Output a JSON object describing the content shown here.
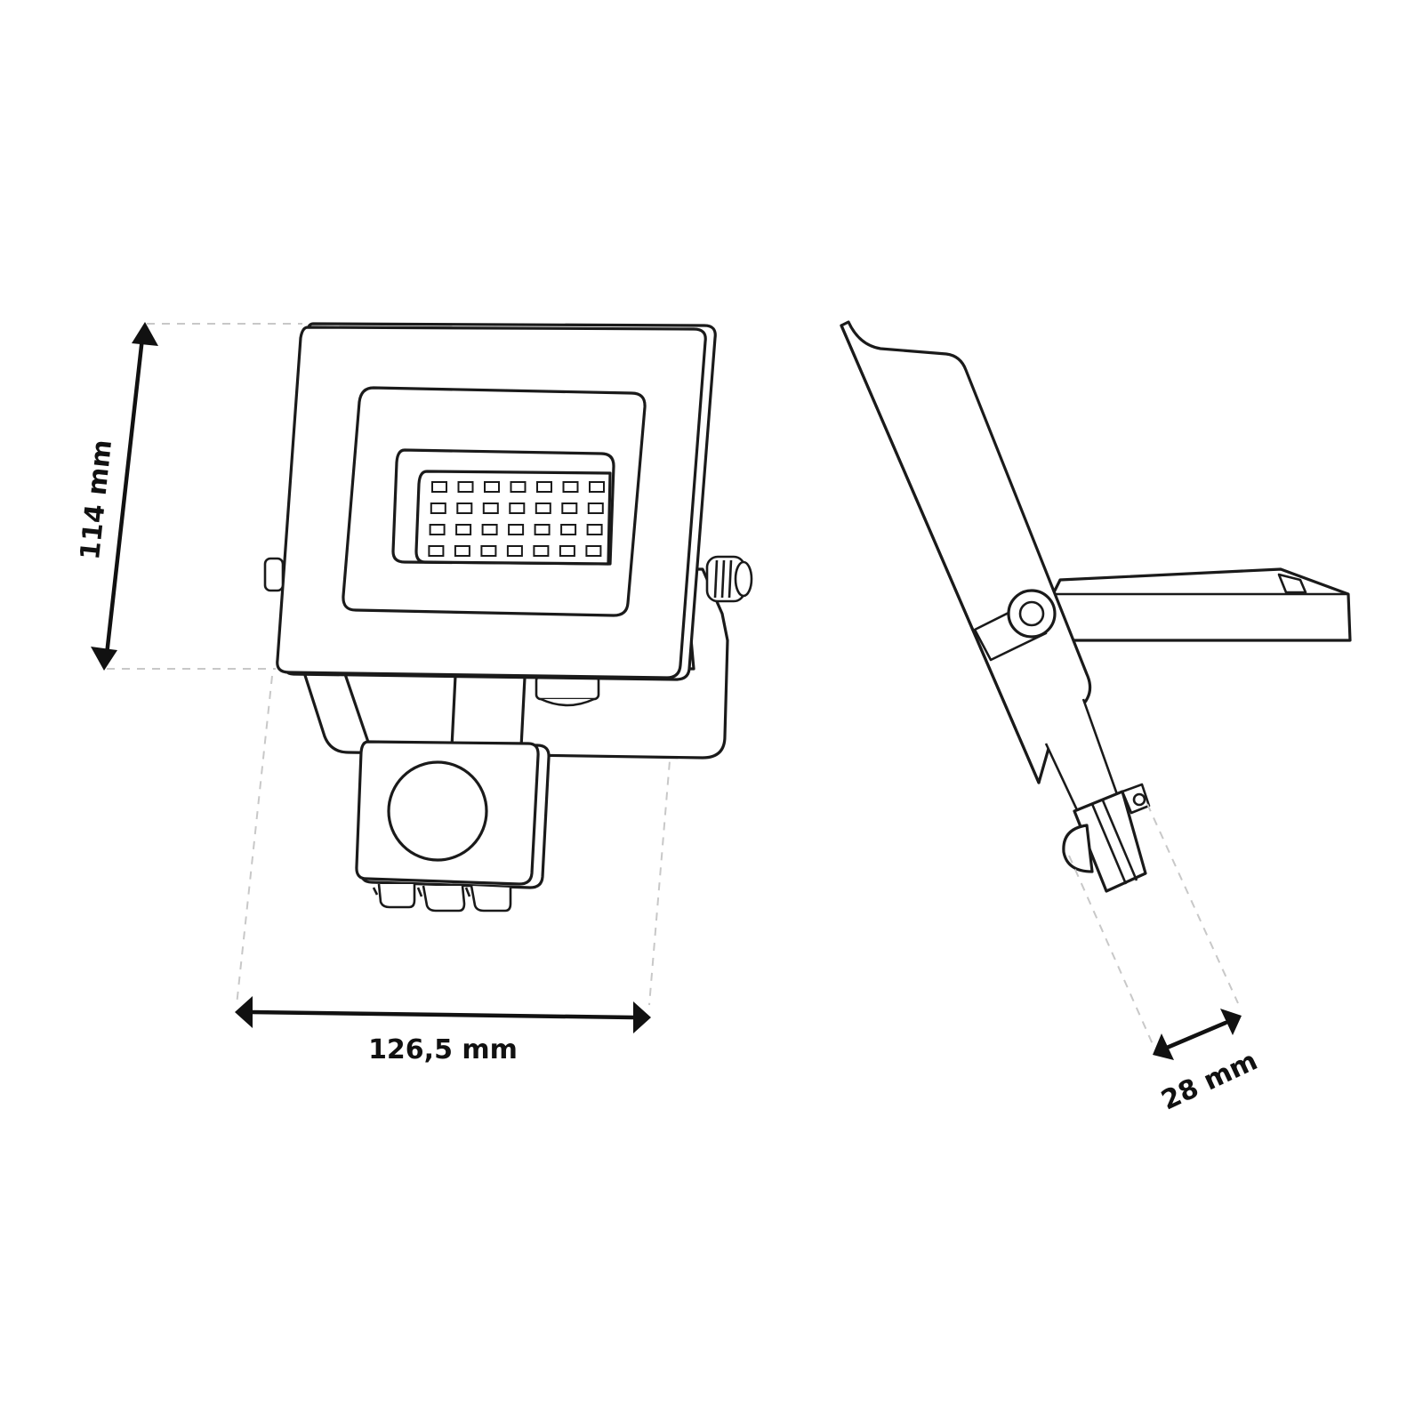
{
  "dimensions": {
    "height_label": "114 mm",
    "width_label": "126,5 mm",
    "depth_label": "28 mm"
  },
  "colors": {
    "line": "#1a1a1a",
    "dash": "#c8c8c8",
    "background": "#ffffff"
  },
  "led_grid": {
    "rows": 4,
    "cols": 7
  }
}
